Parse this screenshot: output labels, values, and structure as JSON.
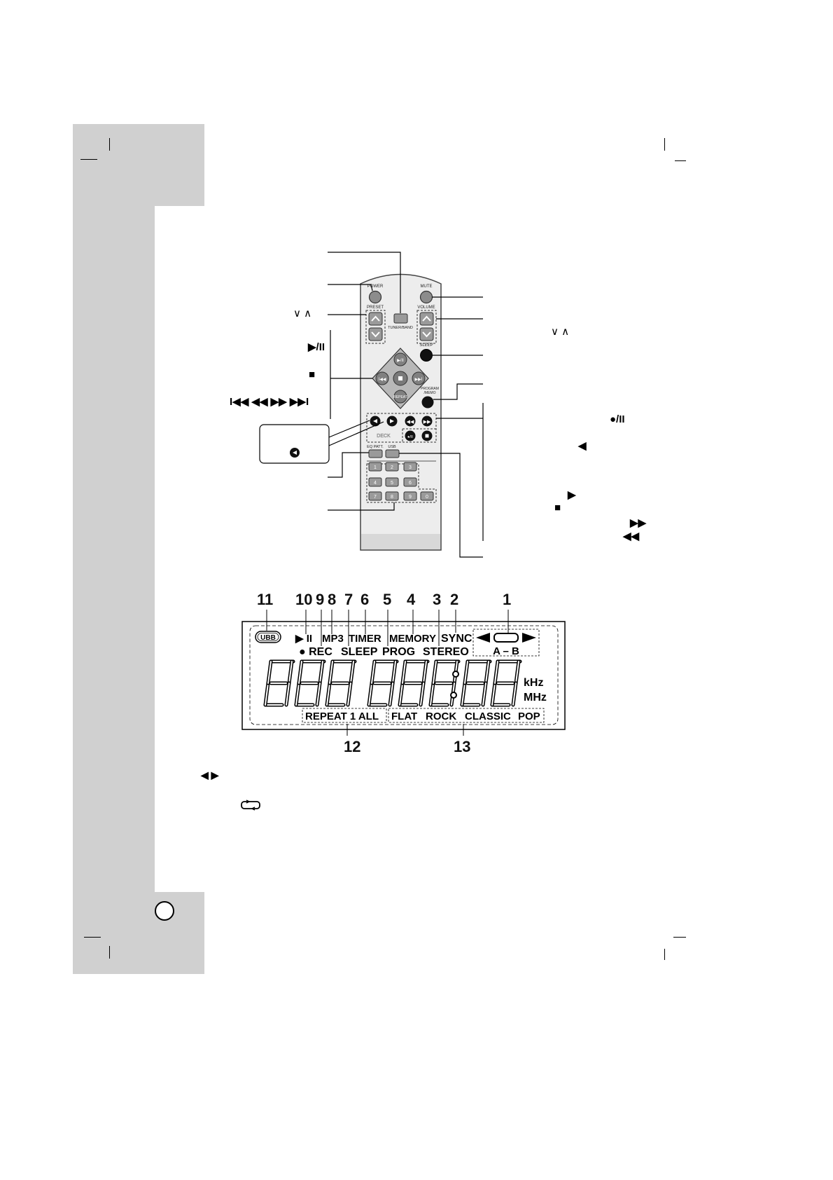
{
  "remote": {
    "buttons": {
      "power": "POWER",
      "mute": "MUTE",
      "preset": "PRESET",
      "volume": "VOLUME",
      "tuner_band": "TUNER/BAND",
      "sleep": "SLEEP",
      "play_pause": "▶/II",
      "repeat": "REPEAT",
      "program_memo": "PROGRAM/MEMO",
      "deck": "DECK",
      "eq_patt": "EQ PATT.",
      "usb": "USB",
      "rec_pause": "●/II",
      "digits": [
        "1",
        "2",
        "3",
        "4",
        "5",
        "6",
        "7",
        "8",
        "9",
        "0"
      ]
    },
    "left_symbols": {
      "preset_arrows": "∨ ∧",
      "play_pause": "▶/II",
      "stop": "■",
      "skip_search": "I◀◀  ◀◀  ▶▶  ▶▶I",
      "deck_a_play": "◀"
    },
    "right_symbols": {
      "volume_arrows": "∨ ∧",
      "rec_pause": "●/II",
      "reverse_play": "◀",
      "forward_play": "▶",
      "stop": "■",
      "fast_forward": "▶▶",
      "rewind": "◀◀"
    }
  },
  "display": {
    "callout_numbers_top": [
      "11",
      "10",
      "9",
      "8",
      "7",
      "6",
      "5",
      "4",
      "3",
      "2",
      "1"
    ],
    "callout_numbers_bottom": [
      "12",
      "13"
    ],
    "indicators": {
      "ubb": "UBB",
      "play_pause": "▶ II",
      "mp3": "MP3",
      "timer": "TIMER",
      "memory": "MEMORY",
      "sync": "SYNC",
      "rec": "● REC",
      "sleep": "SLEEP",
      "prog": "PROG",
      "stereo": "STEREO",
      "ab": "A – B",
      "khz": "kHz",
      "mhz": "MHz",
      "segments": "888 888:88"
    },
    "bottom_modes": {
      "repeat": "REPEAT 1 ALL",
      "eq": [
        "FLAT",
        "ROCK",
        "CLASSIC",
        "POP"
      ]
    }
  },
  "footnotes": {
    "arrows": "◀ ▶",
    "repeat_icon": "repeat-icon"
  }
}
